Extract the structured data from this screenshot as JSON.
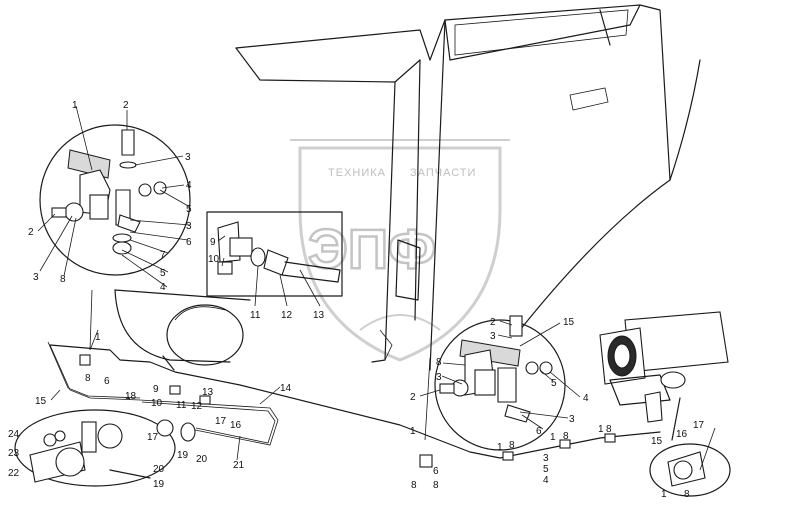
{
  "watermark": {
    "text_left": "ТЕХНИКА",
    "text_right": "ЗАПЧАСТИ",
    "logo": "ЭПФ"
  },
  "callouts": [
    {
      "id": "c1a",
      "text": "1"
    },
    {
      "id": "c2a",
      "text": "2"
    },
    {
      "id": "c3a",
      "text": "3"
    },
    {
      "id": "c4a",
      "text": "4"
    },
    {
      "id": "c5a",
      "text": "5"
    },
    {
      "id": "c3b",
      "text": "3"
    },
    {
      "id": "c6a",
      "text": "6"
    },
    {
      "id": "c7a",
      "text": "7"
    },
    {
      "id": "c5b",
      "text": "5"
    },
    {
      "id": "c4b",
      "text": "4"
    },
    {
      "id": "c2b",
      "text": "2"
    },
    {
      "id": "c3c",
      "text": "3"
    },
    {
      "id": "c8a",
      "text": "8"
    },
    {
      "id": "c9a",
      "text": "9"
    },
    {
      "id": "c10a",
      "text": "10"
    },
    {
      "id": "c11a",
      "text": "11"
    },
    {
      "id": "c12a",
      "text": "12"
    },
    {
      "id": "c13a",
      "text": "13"
    },
    {
      "id": "c15a",
      "text": "15"
    },
    {
      "id": "c2c",
      "text": "2"
    },
    {
      "id": "c3d",
      "text": "3"
    },
    {
      "id": "c8b",
      "text": "8"
    },
    {
      "id": "c3e",
      "text": "3"
    },
    {
      "id": "c2d",
      "text": "2"
    },
    {
      "id": "c5c",
      "text": "5"
    },
    {
      "id": "c4c",
      "text": "4"
    },
    {
      "id": "c6b",
      "text": "6"
    },
    {
      "id": "c3f",
      "text": "3"
    },
    {
      "id": "c1b",
      "text": "1"
    },
    {
      "id": "c8c",
      "text": "8"
    },
    {
      "id": "c6c",
      "text": "6"
    },
    {
      "id": "c15b",
      "text": "15"
    },
    {
      "id": "c18a",
      "text": "18"
    },
    {
      "id": "c14a",
      "text": "14"
    },
    {
      "id": "c9b",
      "text": "9"
    },
    {
      "id": "c10b",
      "text": "10"
    },
    {
      "id": "c11b",
      "text": "11"
    },
    {
      "id": "c12b",
      "text": "12"
    },
    {
      "id": "c13b",
      "text": "13"
    },
    {
      "id": "c17a",
      "text": "17"
    },
    {
      "id": "c16a",
      "text": "16"
    },
    {
      "id": "c17b",
      "text": "17"
    },
    {
      "id": "c19a",
      "text": "19"
    },
    {
      "id": "c20a",
      "text": "20"
    },
    {
      "id": "c21a",
      "text": "21"
    },
    {
      "id": "c24a",
      "text": "24"
    },
    {
      "id": "c23a",
      "text": "23"
    },
    {
      "id": "c22a",
      "text": "22"
    },
    {
      "id": "c20b",
      "text": "20"
    },
    {
      "id": "c19b",
      "text": "19"
    },
    {
      "id": "c1c",
      "text": "1"
    },
    {
      "id": "c8d",
      "text": "8"
    },
    {
      "id": "c8e",
      "text": "8"
    },
    {
      "id": "c6d",
      "text": "6"
    },
    {
      "id": "c1d",
      "text": "1"
    },
    {
      "id": "c8f",
      "text": "8"
    },
    {
      "id": "c1e",
      "text": "1"
    },
    {
      "id": "c8g",
      "text": "8"
    },
    {
      "id": "c3g",
      "text": "3"
    },
    {
      "id": "c5d",
      "text": "5"
    },
    {
      "id": "c4d",
      "text": "4"
    },
    {
      "id": "c1f",
      "text": "1"
    },
    {
      "id": "c8h",
      "text": "8"
    },
    {
      "id": "c15c",
      "text": "15"
    },
    {
      "id": "c16b",
      "text": "16"
    },
    {
      "id": "c17c",
      "text": "17"
    },
    {
      "id": "c1g",
      "text": "1"
    },
    {
      "id": "c8i",
      "text": "8"
    }
  ]
}
